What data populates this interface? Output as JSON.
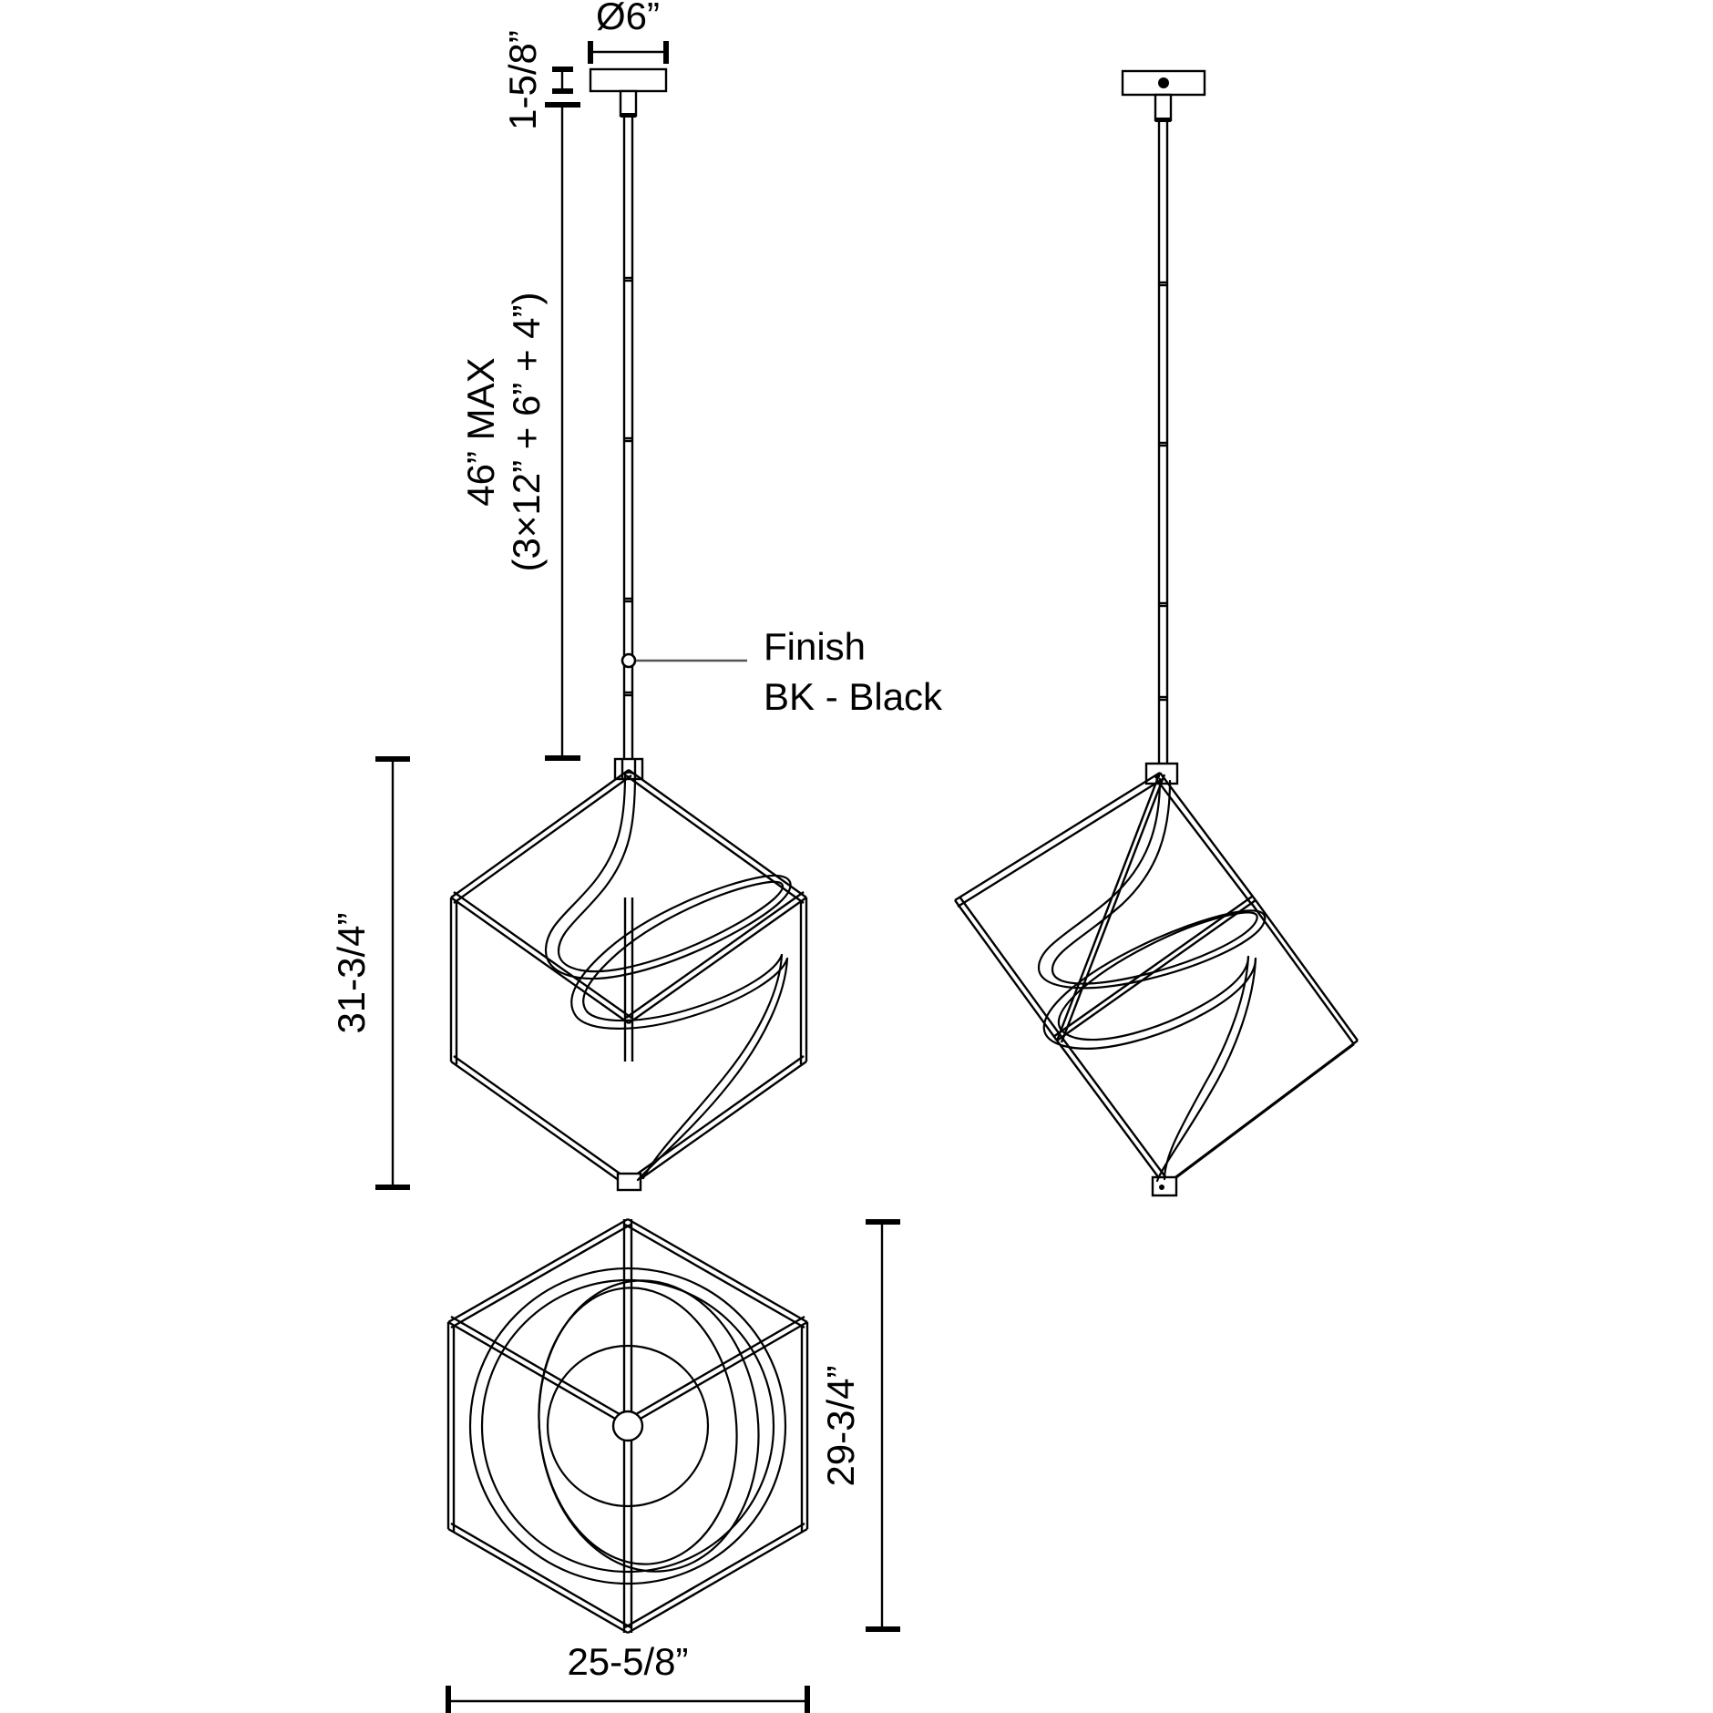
{
  "drawing": {
    "title": "Pendant Light Dimensional Specification Drawing",
    "background_color": "#ffffff",
    "line_color": "#000000",
    "leader_color": "#555555"
  },
  "dimensions": {
    "canopy_diameter": "Ø6”",
    "canopy_height": "1-5/8”",
    "stem_max_line1": "46” MAX",
    "stem_max_line2": "(3×12” + 6” + 4”)",
    "fixture_height": "31-3/4”",
    "plan_height": "29-3/4”",
    "plan_width": "25-5/8”"
  },
  "annotations": {
    "finish_label": "Finish",
    "finish_value": "BK - Black"
  },
  "views": {
    "front_view_name": "front-elevation-view",
    "side_view_name": "side-elevation-view",
    "plan_view_name": "bottom-plan-view"
  }
}
